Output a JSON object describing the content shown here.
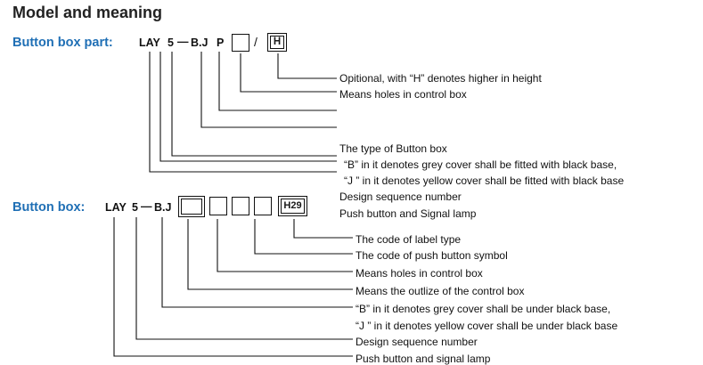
{
  "title": "Model and meaning",
  "part_section": {
    "heading": "Button box part:",
    "code_tokens": [
      "LAY",
      "5",
      "—",
      "B.J",
      "P",
      "/"
    ],
    "bracket_label": "H",
    "descriptions": [
      "Opitional, with “H” denotes higher in height",
      "Means holes in control box",
      "The type of Button box",
      "“B”  in it denotes grey cover shall be fitted with black base,",
      "“J ” in it denotes yellow cover shall be fitted with black base",
      "Design sequence number",
      "Push button and Signal lamp"
    ]
  },
  "box_section": {
    "heading": "Button box:",
    "code_tokens": [
      "LAY",
      "5",
      "—",
      "B.J"
    ],
    "bracket_label": "H29",
    "descriptions": [
      "The code of label type",
      "The code of push button symbol",
      "Means holes in control box",
      "Means the outlize of the control box",
      "“B”  in it denotes grey cover shall be under black base,",
      "“J ” in it denotes yellow cover shall be under black base",
      "Design sequence number",
      "Push button and signal lamp"
    ]
  }
}
